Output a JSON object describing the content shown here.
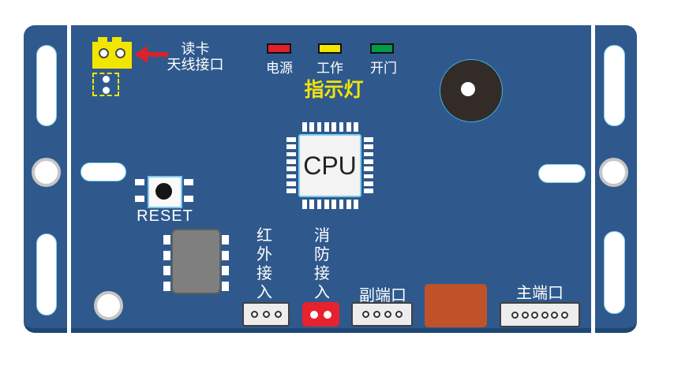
{
  "antenna": {
    "label_line1": "读卡",
    "label_line2": "天线接口",
    "holes": 2,
    "pad_dots": 2,
    "color": "#f2e500",
    "arrow_color": "#d8232a"
  },
  "indicator": {
    "group_label": "指示灯",
    "leds": [
      {
        "name": "power",
        "label": "电源",
        "color": "#e2202c"
      },
      {
        "name": "work",
        "label": "工作",
        "color": "#f2e500"
      },
      {
        "name": "door",
        "label": "开门",
        "color": "#009c4b"
      }
    ]
  },
  "cpu": {
    "label": "CPU",
    "pins_per_side": 8
  },
  "reset": {
    "label": "RESET"
  },
  "ic_chip": {
    "pins_per_side": 4
  },
  "ports": {
    "infrared": {
      "label": "红外接入",
      "holes": 3
    },
    "fire": {
      "label": "消防接入",
      "holes": 2,
      "color": "#e8212e"
    },
    "secondary": {
      "label": "副端口",
      "holes": 4
    },
    "main": {
      "label": "主端口",
      "holes": 6
    }
  },
  "relay": {
    "color": "#c05229"
  },
  "colors": {
    "board_blue": "#2f598c",
    "board_edge": "#1e4672",
    "outline_cyan": "#7cccee",
    "buzzer_body": "#322b28",
    "connector_gray": "#ededed",
    "ic_gray": "#7f7f7f",
    "label_white": "#ffffff",
    "indicator_yellow": "#f0e30b"
  }
}
